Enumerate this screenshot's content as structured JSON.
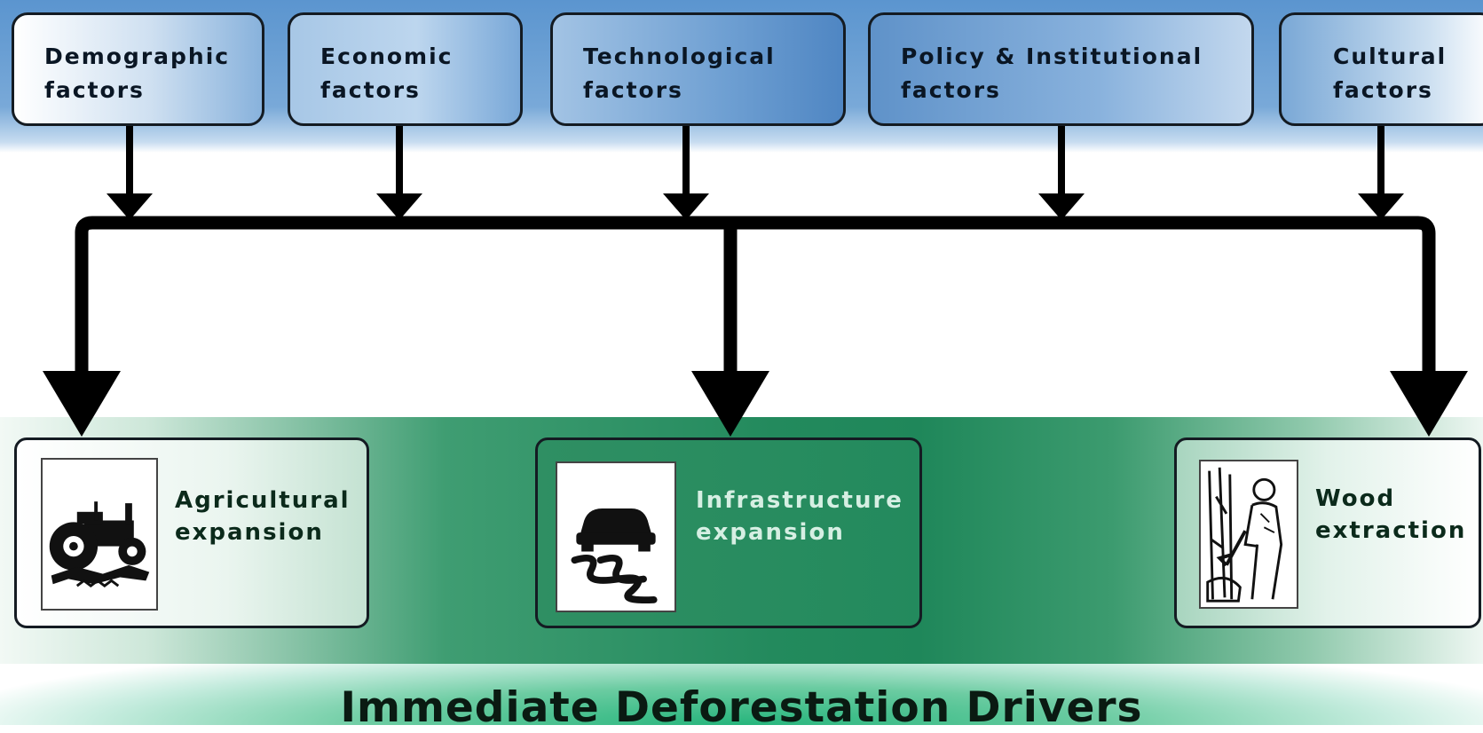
{
  "title": "Immediate Deforestation Drivers",
  "underlying_factors": [
    {
      "line1": "Demographic",
      "line2": "factors"
    },
    {
      "line1": "Economic",
      "line2": "factors"
    },
    {
      "line1": "Technological",
      "line2": "factors"
    },
    {
      "line1": "Policy & Institutional",
      "line2": "factors"
    },
    {
      "line1": "Cultural",
      "line2": "factors"
    }
  ],
  "drivers": [
    {
      "line1": "Agricultural",
      "line2": "expansion",
      "icon": "tractor-icon"
    },
    {
      "line1": "Infrastructure",
      "line2": "expansion",
      "icon": "slippery-road-icon"
    },
    {
      "line1": "Wood",
      "line2": "extraction",
      "icon": "logger-icon"
    }
  ],
  "colors": {
    "top_band": "#5b95cf",
    "driver_green": "#238a5d",
    "title_glow": "#26b57c",
    "line": "#000000"
  }
}
